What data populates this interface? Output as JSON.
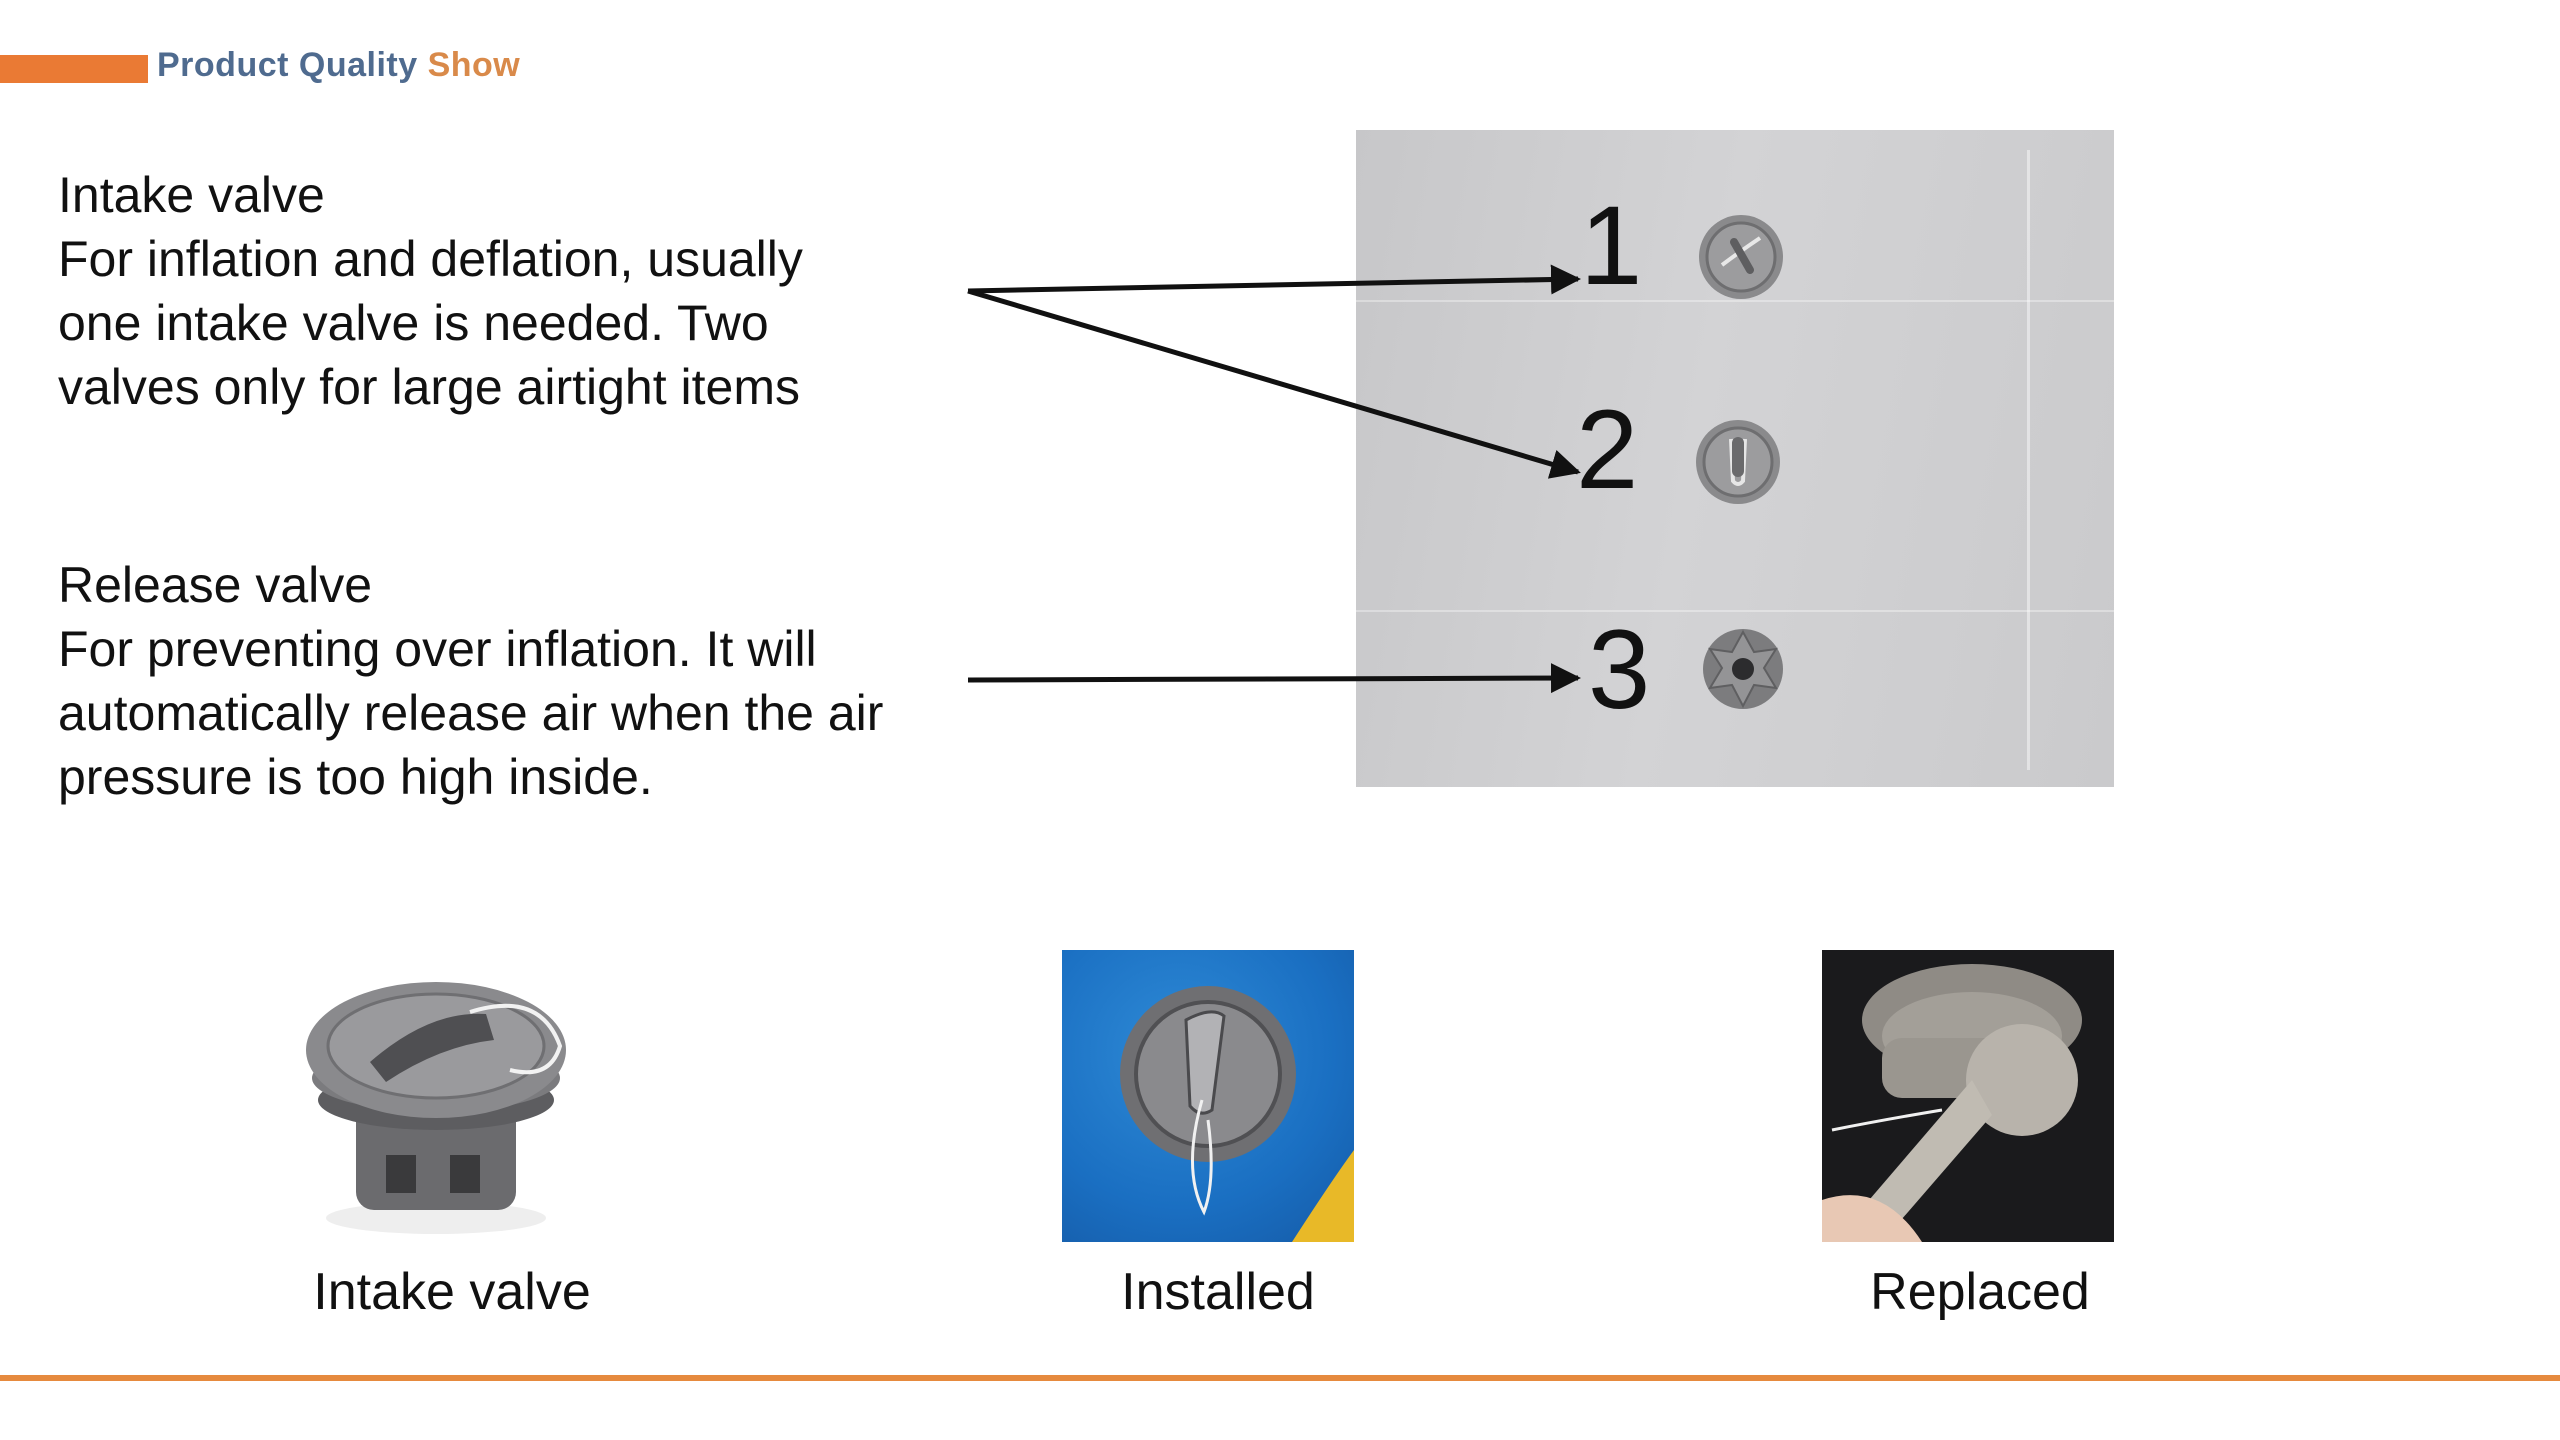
{
  "header": {
    "title_part1": "Product Quality",
    "title_part2": "Show"
  },
  "intake_section": {
    "title": "Intake valve",
    "lines": [
      "For inflation and deflation, usually",
      "one intake valve is needed. Two",
      "valves only for large airtight items"
    ]
  },
  "release_section": {
    "title": "Release valve",
    "lines": [
      "For preventing over inflation. It will",
      "automatically release air when the air",
      "pressure is too high inside."
    ]
  },
  "valve_panel": {
    "labels": [
      "1",
      "2",
      "3"
    ]
  },
  "photos": [
    {
      "caption": "Intake valve"
    },
    {
      "caption": "Installed"
    },
    {
      "caption": "Replaced"
    }
  ],
  "colors": {
    "accent": "#ea7a34",
    "title_blue": "#4f6b8f",
    "title_orange": "#d98a4a"
  }
}
